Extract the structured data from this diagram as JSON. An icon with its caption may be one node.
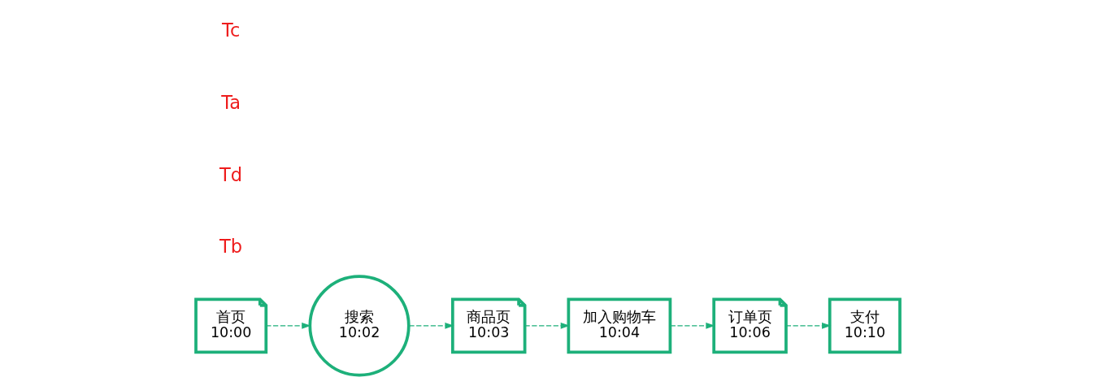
{
  "diagram": {
    "nodes": [
      {
        "text": [
          "首页",
          "10:00"
        ]
      },
      {
        "text": [
          "搜索",
          "10:02"
        ]
      },
      {
        "text": [
          "商品页",
          "10:03"
        ]
      },
      {
        "text": [
          "加入购物车",
          "10:04"
        ]
      },
      {
        "text": [
          "订单页",
          "10:06"
        ]
      },
      {
        "text": [
          "支付",
          "10:10"
        ]
      }
    ],
    "edges": [
      {
        "from": 0,
        "to": 1,
        "arrow": "to",
        "style": "dashed"
      },
      {
        "from": 1,
        "to": 2,
        "arrow": "to",
        "style": "dashed"
      },
      {
        "from": 2,
        "to": 3,
        "arrow": "to",
        "style": "dashed"
      },
      {
        "from": 3,
        "to": 4,
        "arrow": "to",
        "style": "dashed"
      },
      {
        "from": 4,
        "to": 5,
        "arrow": "to",
        "style": "dashed"
      }
    ],
    "labels": [
      "Tb",
      "Td",
      "Ta",
      "Tc"
    ]
  }
}
